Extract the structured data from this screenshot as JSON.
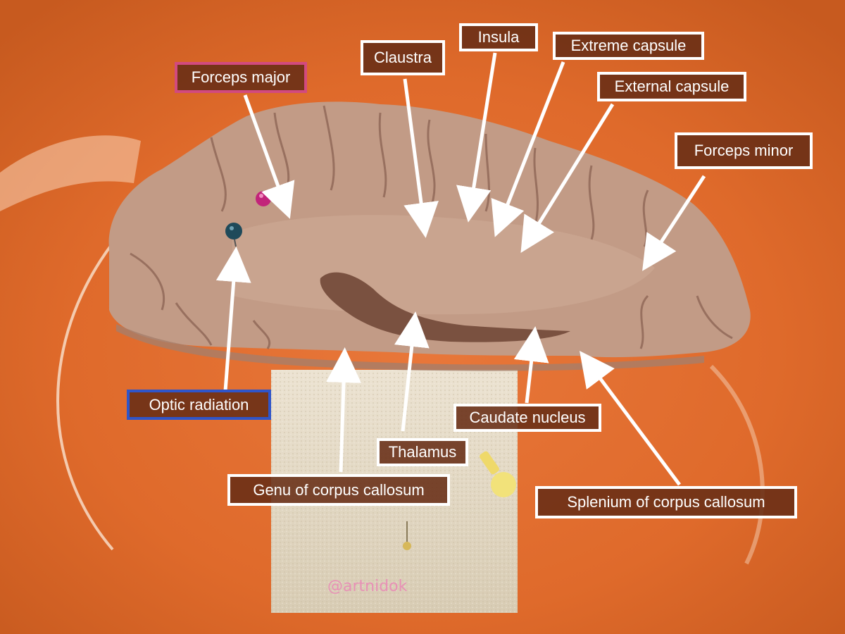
{
  "labels": {
    "insula": "Insula",
    "claustra": "Claustra",
    "extreme_capsule": "Extreme capsule",
    "external_capsule": "External capsule",
    "forceps_major": "Forceps major",
    "forceps_minor": "Forceps minor",
    "optic_radiation": "Optic radiation",
    "caudate_nucleus": "Caudate nucleus",
    "thalamus": "Thalamus",
    "genu": "Genu of corpus callosum",
    "splenium": "Splenium of corpus callosum"
  },
  "watermark": "@artnidok",
  "colors": {
    "bowl": "#e06a2a",
    "tissue": "#c6a08c",
    "label_border": "#ffffff",
    "forceps_major_border": "#d24a7f",
    "optic_radiation_border": "#2f55c9",
    "sponge": "#e4d9c4"
  }
}
